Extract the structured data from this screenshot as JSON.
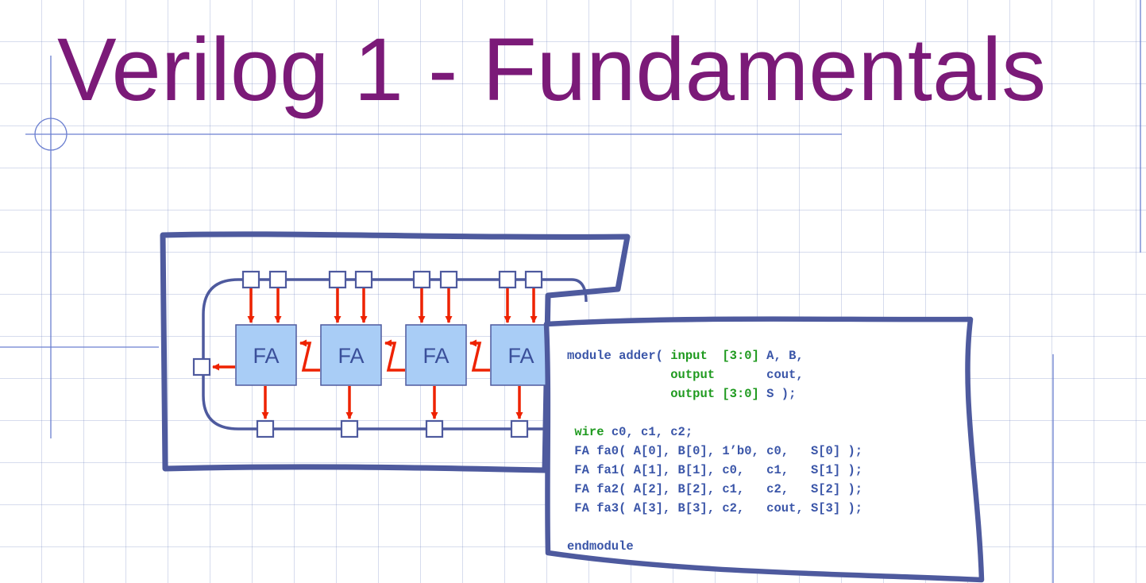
{
  "slide": {
    "title": "Verilog 1 - Fundamentals"
  },
  "diagram": {
    "cell_label": "FA",
    "cells": [
      "FA",
      "FA",
      "FA",
      "FA"
    ],
    "colors": {
      "border": "#4e5a9e",
      "cell_fill": "#a9cdf6",
      "arrow": "#ee2200",
      "title": "#7b1a78",
      "keyword": "#1f9a1f",
      "code": "#3a55a8"
    }
  },
  "code": {
    "lines": [
      {
        "parts": [
          {
            "t": "module adder( ",
            "k": false
          },
          {
            "t": "input",
            "k": true
          },
          {
            "t": "  ",
            "k": false
          },
          {
            "t": "[3:0]",
            "k": true
          },
          {
            "t": " A, B,",
            "k": false
          }
        ]
      },
      {
        "parts": [
          {
            "t": "              ",
            "k": false
          },
          {
            "t": "output",
            "k": true
          },
          {
            "t": "       cout,",
            "k": false
          }
        ]
      },
      {
        "parts": [
          {
            "t": "              ",
            "k": false
          },
          {
            "t": "output [3:0]",
            "k": true
          },
          {
            "t": " S );",
            "k": false
          }
        ]
      },
      {
        "parts": [
          {
            "t": " ",
            "k": false
          }
        ]
      },
      {
        "parts": [
          {
            "t": " ",
            "k": false
          },
          {
            "t": "wire",
            "k": true
          },
          {
            "t": " c0, c1, c2;",
            "k": false
          }
        ]
      },
      {
        "parts": [
          {
            "t": " FA fa0( A[0], B[0], 1’b0, c0,   S[0] );",
            "k": false
          }
        ]
      },
      {
        "parts": [
          {
            "t": " FA fa1( A[1], B[1], c0,   c1,   S[1] );",
            "k": false
          }
        ]
      },
      {
        "parts": [
          {
            "t": " FA fa2( A[2], B[2], c1,   c2,   S[2] );",
            "k": false
          }
        ]
      },
      {
        "parts": [
          {
            "t": " FA fa3( A[3], B[3], c2,   cout, S[3] );",
            "k": false
          }
        ]
      },
      {
        "parts": [
          {
            "t": " ",
            "k": false
          }
        ]
      },
      {
        "parts": [
          {
            "t": "endmodule",
            "k": false
          }
        ]
      }
    ]
  }
}
